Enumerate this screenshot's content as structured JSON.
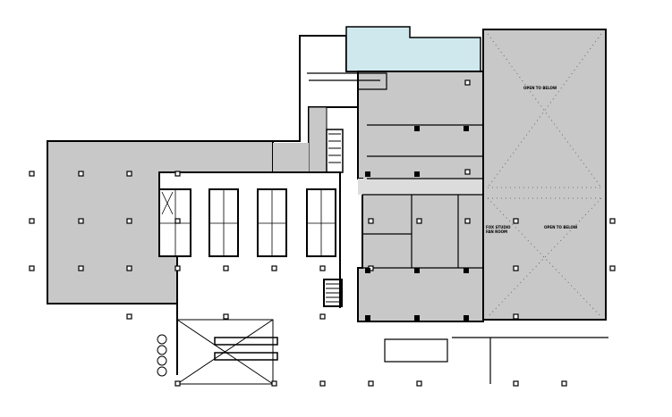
{
  "colors": {
    "shaded": "#c8c8c8",
    "water": "#cfe8ee",
    "line": "#000000",
    "background": "#ffffff"
  },
  "labels": {
    "open_to_below_1": "OPEN TO BELOW",
    "open_to_below_2": "OPEN TO BELOW",
    "fan_room_line1": "FOX STUDIO",
    "fan_room_line2": "FAN ROOM"
  }
}
